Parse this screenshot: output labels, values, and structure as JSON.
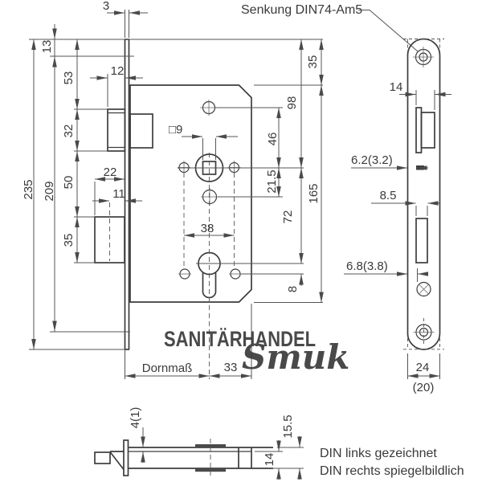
{
  "drawing": {
    "annotations": {
      "senkung_note": "Senkung DIN74-Am5",
      "note_line1": "DIN links gezeichnet",
      "note_line2": "DIN rechts spiegelbildlich"
    },
    "watermark": {
      "line1": "SANITÄRHANDEL",
      "line2": "Smuk",
      "color": "#6CB4E4"
    },
    "colors": {
      "line": "#3d3d3d",
      "dimension": "#555555",
      "watermark_blue": "#6CB4E4"
    },
    "main_view": {
      "dims": {
        "faceplate_thickness": "3",
        "top_hole_offset": "13",
        "top_to_latch": "53",
        "latch_height": "32",
        "latch_protrusion": "12",
        "deadbolt_throw": "22",
        "deadbolt_partial": "11",
        "screw_distance": "209",
        "faceplate_length": "235",
        "latch_to_deadbolt": "50",
        "deadbolt_height": "35",
        "follower_square": "□9",
        "hole_spacing": "38",
        "backset_label": "Dornmaß",
        "cylinder_to_back": "33",
        "hole_to_follower": "46",
        "follower_to_hole": "21.5",
        "top_to_follower": "98",
        "follower_to_cylinder": "72",
        "cylinder_to_screwhole": "8",
        "top_to_case": "35",
        "case_height": "165"
      }
    },
    "faceplate_view": {
      "dims": {
        "latch_width": "14",
        "latch_slot_offset": "6.2(3.2)",
        "deadbolt_slot_width": "8.5",
        "deadbolt_slot_offset": "6.8(3.8)",
        "plate_width": "24",
        "plate_width_alt": "(20)"
      }
    },
    "bottom_view": {
      "dims": {
        "bevel_offset": "4(1)",
        "latch_thickness": "14",
        "case_thickness": "15.5"
      }
    }
  }
}
